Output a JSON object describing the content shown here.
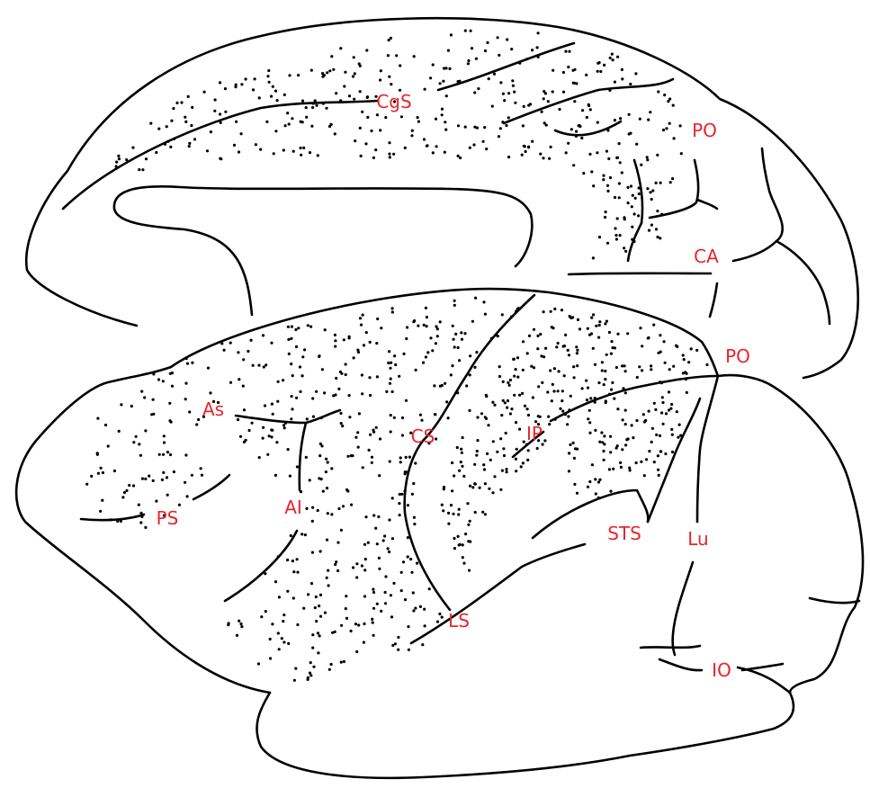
{
  "colors": {
    "line": "#000000",
    "label": "#e8252a",
    "background": "#ffffff"
  },
  "labels": {
    "medial": {
      "cgs": "CgS",
      "po": "PO",
      "ca": "CA"
    },
    "lateral": {
      "po": "PO",
      "as": "As",
      "cs": "CS",
      "ip": "IP",
      "ps": "PS",
      "ai": "AI",
      "sts": "STS",
      "lu": "Lu",
      "ls": "LS",
      "io": "IO"
    }
  }
}
